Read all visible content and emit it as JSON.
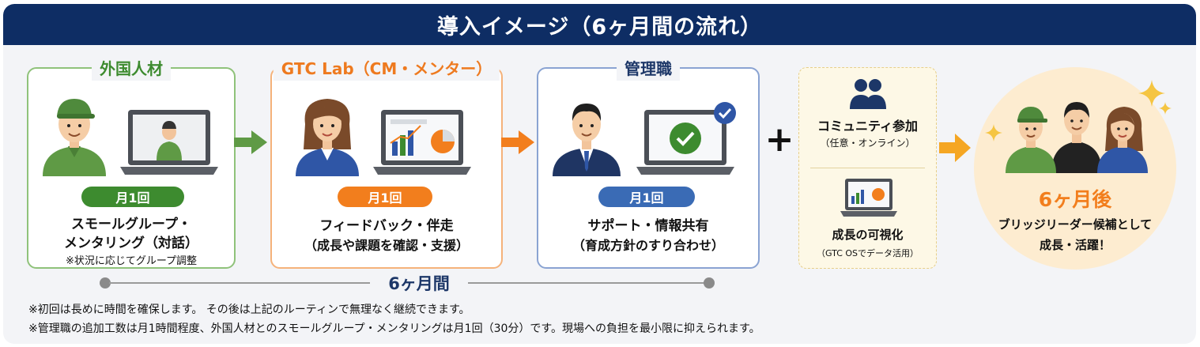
{
  "header": {
    "title": "導入イメージ（6ヶ月間の流れ）"
  },
  "colors": {
    "navy": "#0e2d64",
    "green": "#3d8b2f",
    "orange": "#f27e1d",
    "blue": "#3a6bb5",
    "gold": "#f5a623"
  },
  "cards": [
    {
      "title": "外国人材",
      "badge": "月1回",
      "line1": "スモールグループ・",
      "line2": "メンタリング（対話）",
      "line3": "※状況に応じてグループ調整"
    },
    {
      "title": "GTC Lab（CM・メンター）",
      "badge": "月1回",
      "line1": "フィードバック・伴走",
      "line2": "（成長や課題を確認・支援）"
    },
    {
      "title": "管理職",
      "badge": "月1回",
      "line1": "サポート・情報共有",
      "line2": "（育成方針のすり合わせ）"
    }
  ],
  "plus": "+",
  "community": {
    "title": "コミュニティ参加",
    "sub": "（任意・オンライン）",
    "vis_title": "成長の可視化",
    "vis_sub": "（GTC OSでデータ活用）"
  },
  "result": {
    "title": "6ヶ月後",
    "line1": "ブリッジリーダー候補として",
    "line2": "成長・活躍！"
  },
  "timeline": {
    "label": "6ヶ月間"
  },
  "notes": [
    "※初回は長めに時間を確保します。 その後は上記のルーティンで無理なく継続できます。",
    "※管理職の追加工数は月1時間程度、外国人材とのスモールグループ・メンタリングは月1回（30分）です。現場への負担を最小限に抑えられます。"
  ]
}
